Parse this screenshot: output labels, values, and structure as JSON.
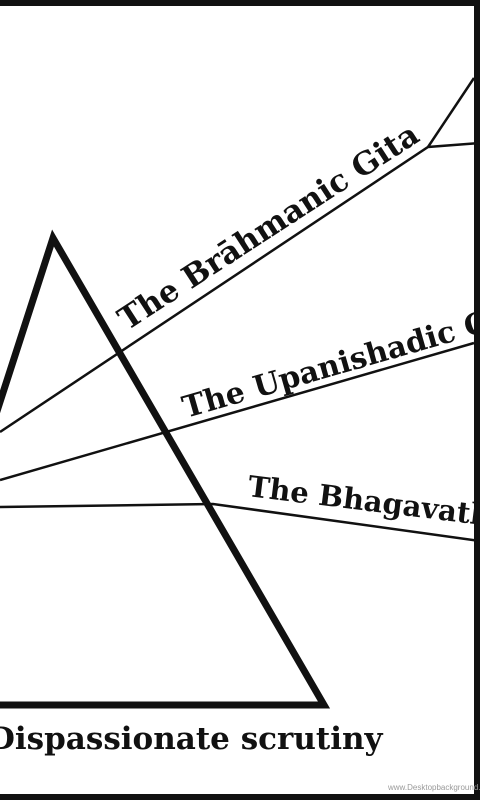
{
  "diagram": {
    "labels": {
      "brahmanic": "The Brāhmanic Gita",
      "upanishadic": "The Upanishadic Gita",
      "bhagavatha": "The Bhagavatha Gita",
      "bottom": "Dispassionate scrutiny"
    },
    "watermark": "www.Desktopbackground.org",
    "colors": {
      "frame": "#111111",
      "paper": "#ffffff",
      "ink": "#111111"
    }
  }
}
